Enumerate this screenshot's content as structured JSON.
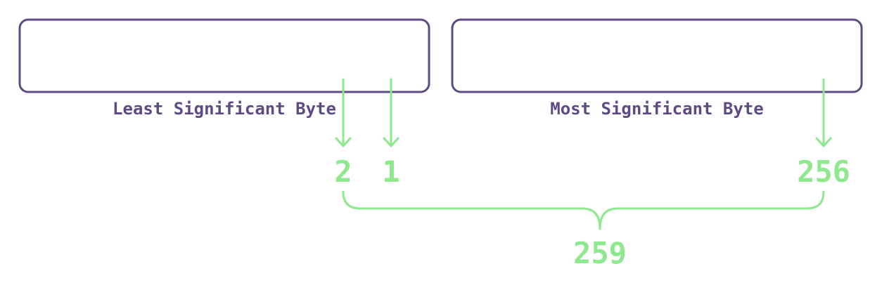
{
  "bytes": {
    "lsb_label": "Least Significant Byte",
    "msb_label": "Most Significant Byte"
  },
  "bits": {
    "lsb_bit_a": "2",
    "lsb_bit_b": "1",
    "msb_bit": "256"
  },
  "total": {
    "value": "259"
  },
  "colors": {
    "box_stroke": "#5e4b82",
    "label_text": "#5e4b82",
    "accent": "#8ee88e"
  }
}
